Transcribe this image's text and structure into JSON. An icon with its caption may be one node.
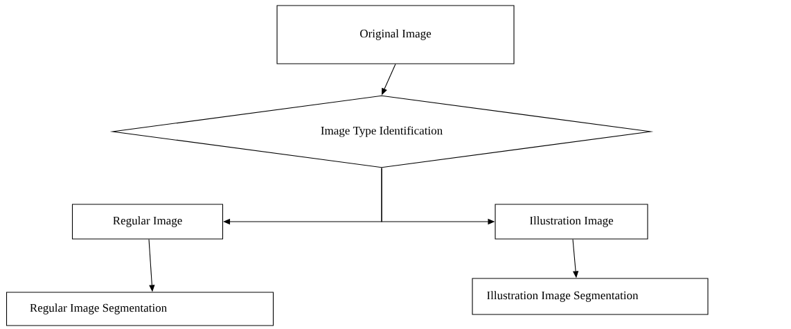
{
  "diagram": {
    "nodes": [
      {
        "text": [
          "Original Image"
        ]
      },
      {
        "text": [
          "Image Type Identification"
        ]
      },
      {
        "text": [
          "Regular Image"
        ]
      },
      {
        "text": [
          "Illustration Image"
        ]
      },
      {
        "text": [
          "Regular Image Segmentation"
        ]
      },
      {
        "text": [
          "Illustration Image Segmentation"
        ]
      }
    ],
    "edges": [
      {
        "from": 0,
        "to": 1,
        "arrow": "to"
      },
      {
        "from": 1,
        "to": 2,
        "arrow": "to"
      },
      {
        "from": 1,
        "to": 3,
        "arrow": "to"
      },
      {
        "from": 2,
        "to": 4,
        "arrow": "to"
      },
      {
        "from": 3,
        "to": 5,
        "arrow": "to"
      }
    ]
  }
}
